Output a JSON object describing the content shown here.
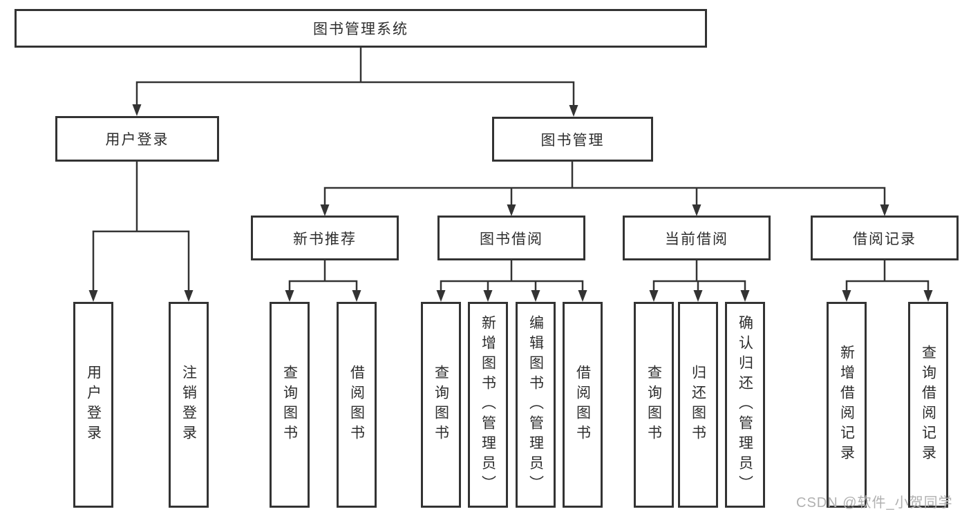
{
  "diagram": {
    "root": {
      "label": "图书管理系统"
    },
    "branches": [
      {
        "label": "用户登录",
        "children": [
          {
            "label": "用户登录"
          },
          {
            "label": "注销登录"
          }
        ]
      },
      {
        "label": "图书管理",
        "children": [
          {
            "label": "新书推荐",
            "children": [
              {
                "label": "查询图书"
              },
              {
                "label": "借阅图书"
              }
            ]
          },
          {
            "label": "图书借阅",
            "children": [
              {
                "label": "查询图书"
              },
              {
                "label": "新增图书（管理员）"
              },
              {
                "label": "编辑图书（管理员）"
              },
              {
                "label": "借阅图书"
              }
            ]
          },
          {
            "label": "当前借阅",
            "children": [
              {
                "label": "查询图书"
              },
              {
                "label": "归还图书"
              },
              {
                "label": "确认归还（管理员）"
              }
            ]
          },
          {
            "label": "借阅记录",
            "children": [
              {
                "label": "新增借阅记录"
              },
              {
                "label": "查询借阅记录"
              }
            ]
          }
        ]
      }
    ],
    "watermark": "CSDN @软件_小贺同学",
    "colors": {
      "line": "#333333",
      "border": "#333333",
      "text": "#2d2d2d",
      "watermark": "#b0b0b0",
      "background": "#ffffff"
    }
  }
}
